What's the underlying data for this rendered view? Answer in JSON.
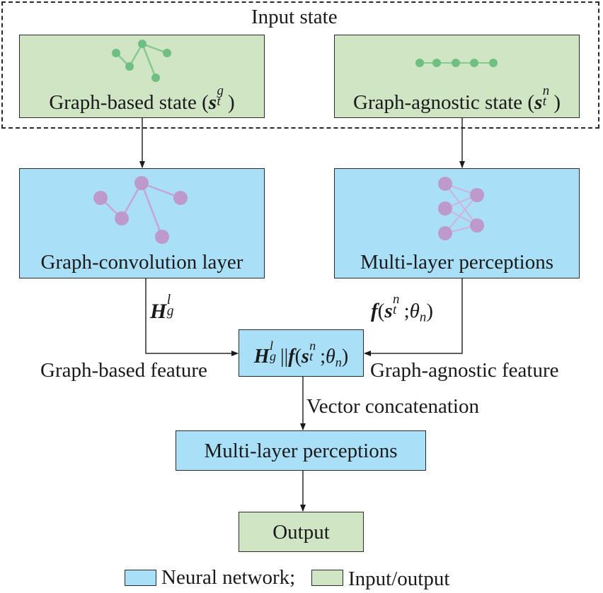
{
  "input_group": {
    "title": "Input state"
  },
  "nodes": {
    "graph_based_state": {
      "label": "Graph-based state (",
      "symbol": "s",
      "sup": "g",
      "sub": "t",
      "close": ")"
    },
    "graph_agnostic_state": {
      "label": "Graph-agnostic state (",
      "symbol": "s",
      "sup": "n",
      "sub": "t",
      "close": ")"
    },
    "graph_convolution": {
      "label": "Graph-convolution layer"
    },
    "mlp_top": {
      "label": "Multi-layer perceptions"
    },
    "concat": {
      "H": "H",
      "H_sub": "g",
      "H_sup": "l",
      "op": "||",
      "f": "f",
      "s": "s",
      "s_sup": "n",
      "s_sub": "t",
      "theta": "θ",
      "theta_sub": "n",
      "open": "(",
      "sep": ";",
      "close": ")"
    },
    "mlp_bottom": {
      "label": "Multi-layer perceptions"
    },
    "output": {
      "label": "Output"
    }
  },
  "edge_labels": {
    "h_g": {
      "H": "H",
      "sub": "g",
      "sup": "l"
    },
    "f_s": {
      "f": "f",
      "open": "(",
      "s": "s",
      "sup": "n",
      "sub": "t",
      "sep": ";",
      "theta": "θ",
      "theta_sub": "n",
      "close": ")"
    },
    "graph_based_feature": "Graph-based feature",
    "graph_agnostic_feature": "Graph-agnostic feature",
    "vector_concatenation": "Vector concatenation"
  },
  "legend": {
    "items": [
      {
        "label": "Neural network;",
        "color": "#a9dff7"
      },
      {
        "label": "Input/output",
        "color": "#cfe5c4"
      }
    ]
  },
  "colors": {
    "green_fill": "#cfe5c4",
    "blue_fill": "#a9dff7",
    "green_node": "#6fbf82",
    "purple_node": "#bd9acb"
  }
}
